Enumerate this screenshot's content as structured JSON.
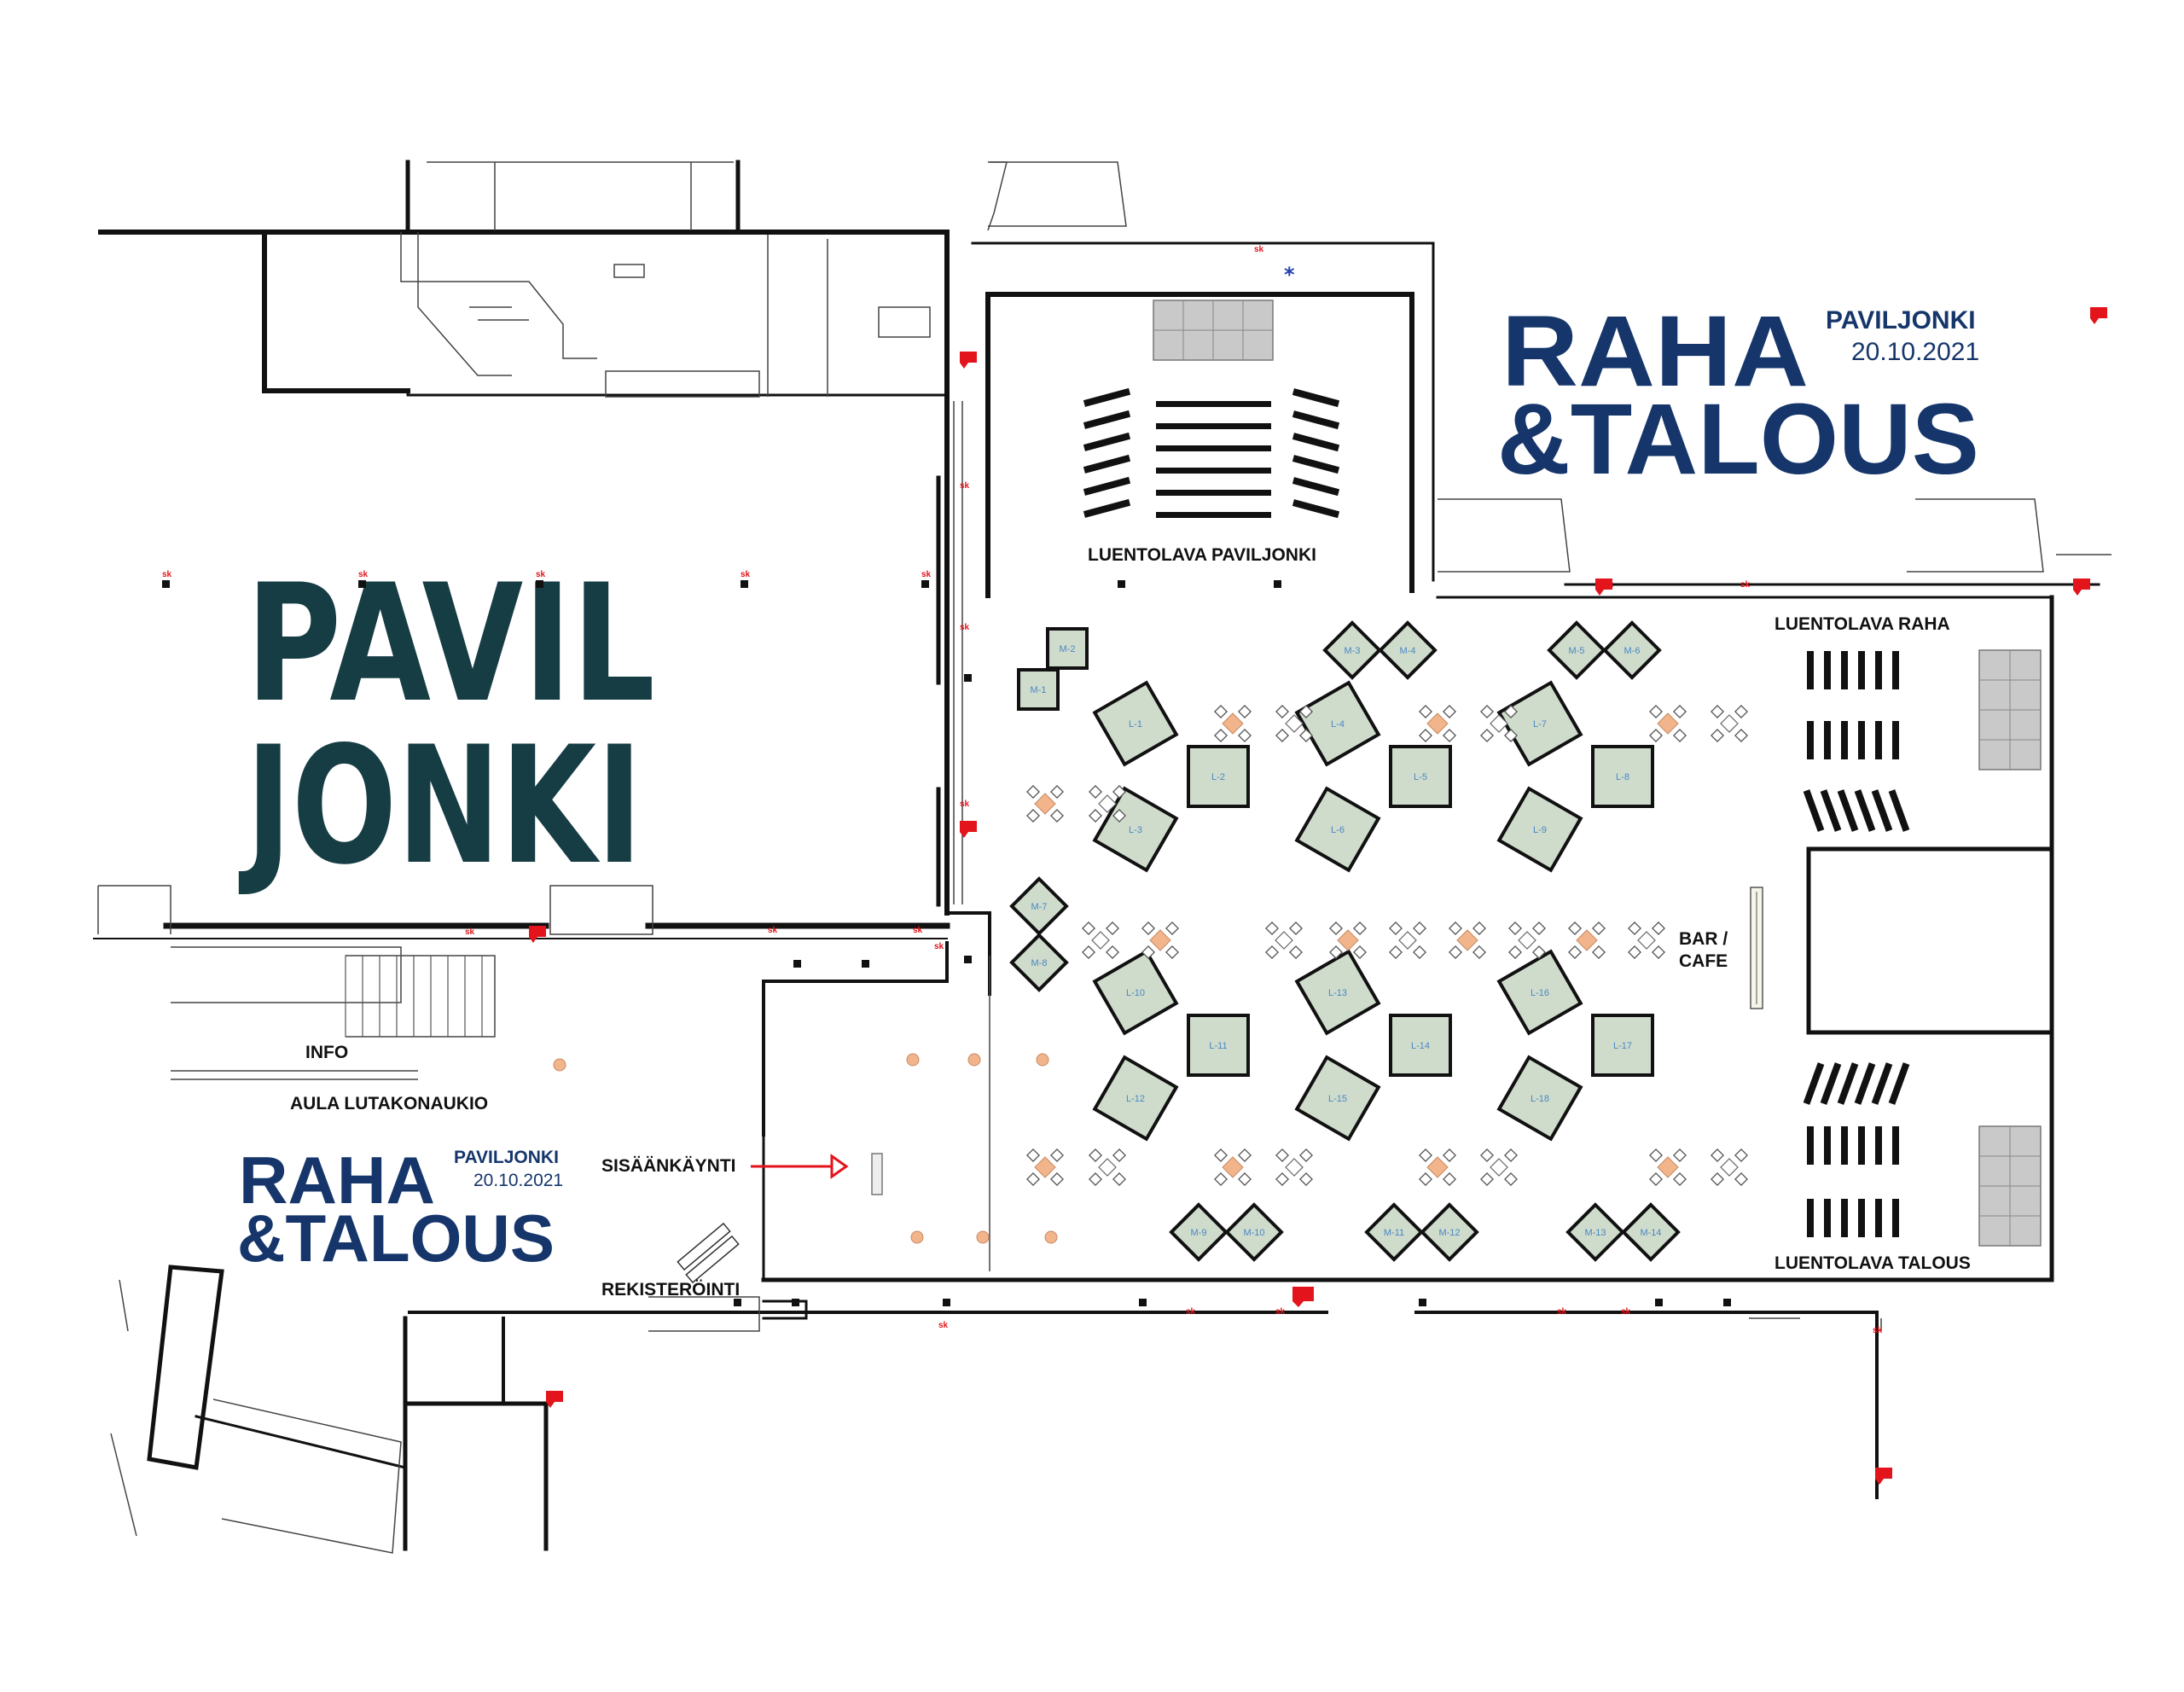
{
  "colors": {
    "brand": "#16366b",
    "pavil": "#173d44",
    "stand_fill": "#cfdccc",
    "stand_text": "#4a86c5",
    "wall": "#111111",
    "table": "#f2b48b",
    "exit": "#e3141b",
    "stage_gray": "#c9c9c9"
  },
  "brand_top": {
    "raha": "RAHA",
    "talous": "&TALOUS",
    "venue": "PAVILJONKI",
    "date": "20.10.2021"
  },
  "brand_bottom": {
    "raha": "RAHA",
    "talous": "&TALOUS",
    "venue": "PAVILJONKI",
    "date": "20.10.2021"
  },
  "pavil": {
    "line1": "PAVIL",
    "line2": "JONKI"
  },
  "labels": {
    "luentolava_paviljonki": "LUENTOLAVA PAVILJONKI",
    "luentolava_raha": "LUENTOLAVA RAHA",
    "luentolava_talous": "LUENTOLAVA TALOUS",
    "bar": "BAR /",
    "cafe": "CAFE",
    "info": "INFO",
    "aula": "AULA LUTAKONAUKIO",
    "sisaankaynti": "SISÄÄNKÄYNTI",
    "rekisterointi": "REKISTERÖINTI",
    "sk": "sk",
    "asterisk": "*"
  },
  "stands": {
    "m": [
      "M-1",
      "M-2",
      "M-3",
      "M-4",
      "M-5",
      "M-6",
      "M-7",
      "M-8",
      "M-9",
      "M-10",
      "M-11",
      "M-12",
      "M-13",
      "M-14"
    ],
    "l": [
      "L-1",
      "L-2",
      "L-3",
      "L-4",
      "L-5",
      "L-6",
      "L-7",
      "L-8",
      "L-9",
      "L-10",
      "L-11",
      "L-12",
      "L-13",
      "L-14",
      "L-15",
      "L-16",
      "L-17",
      "L-18"
    ]
  }
}
